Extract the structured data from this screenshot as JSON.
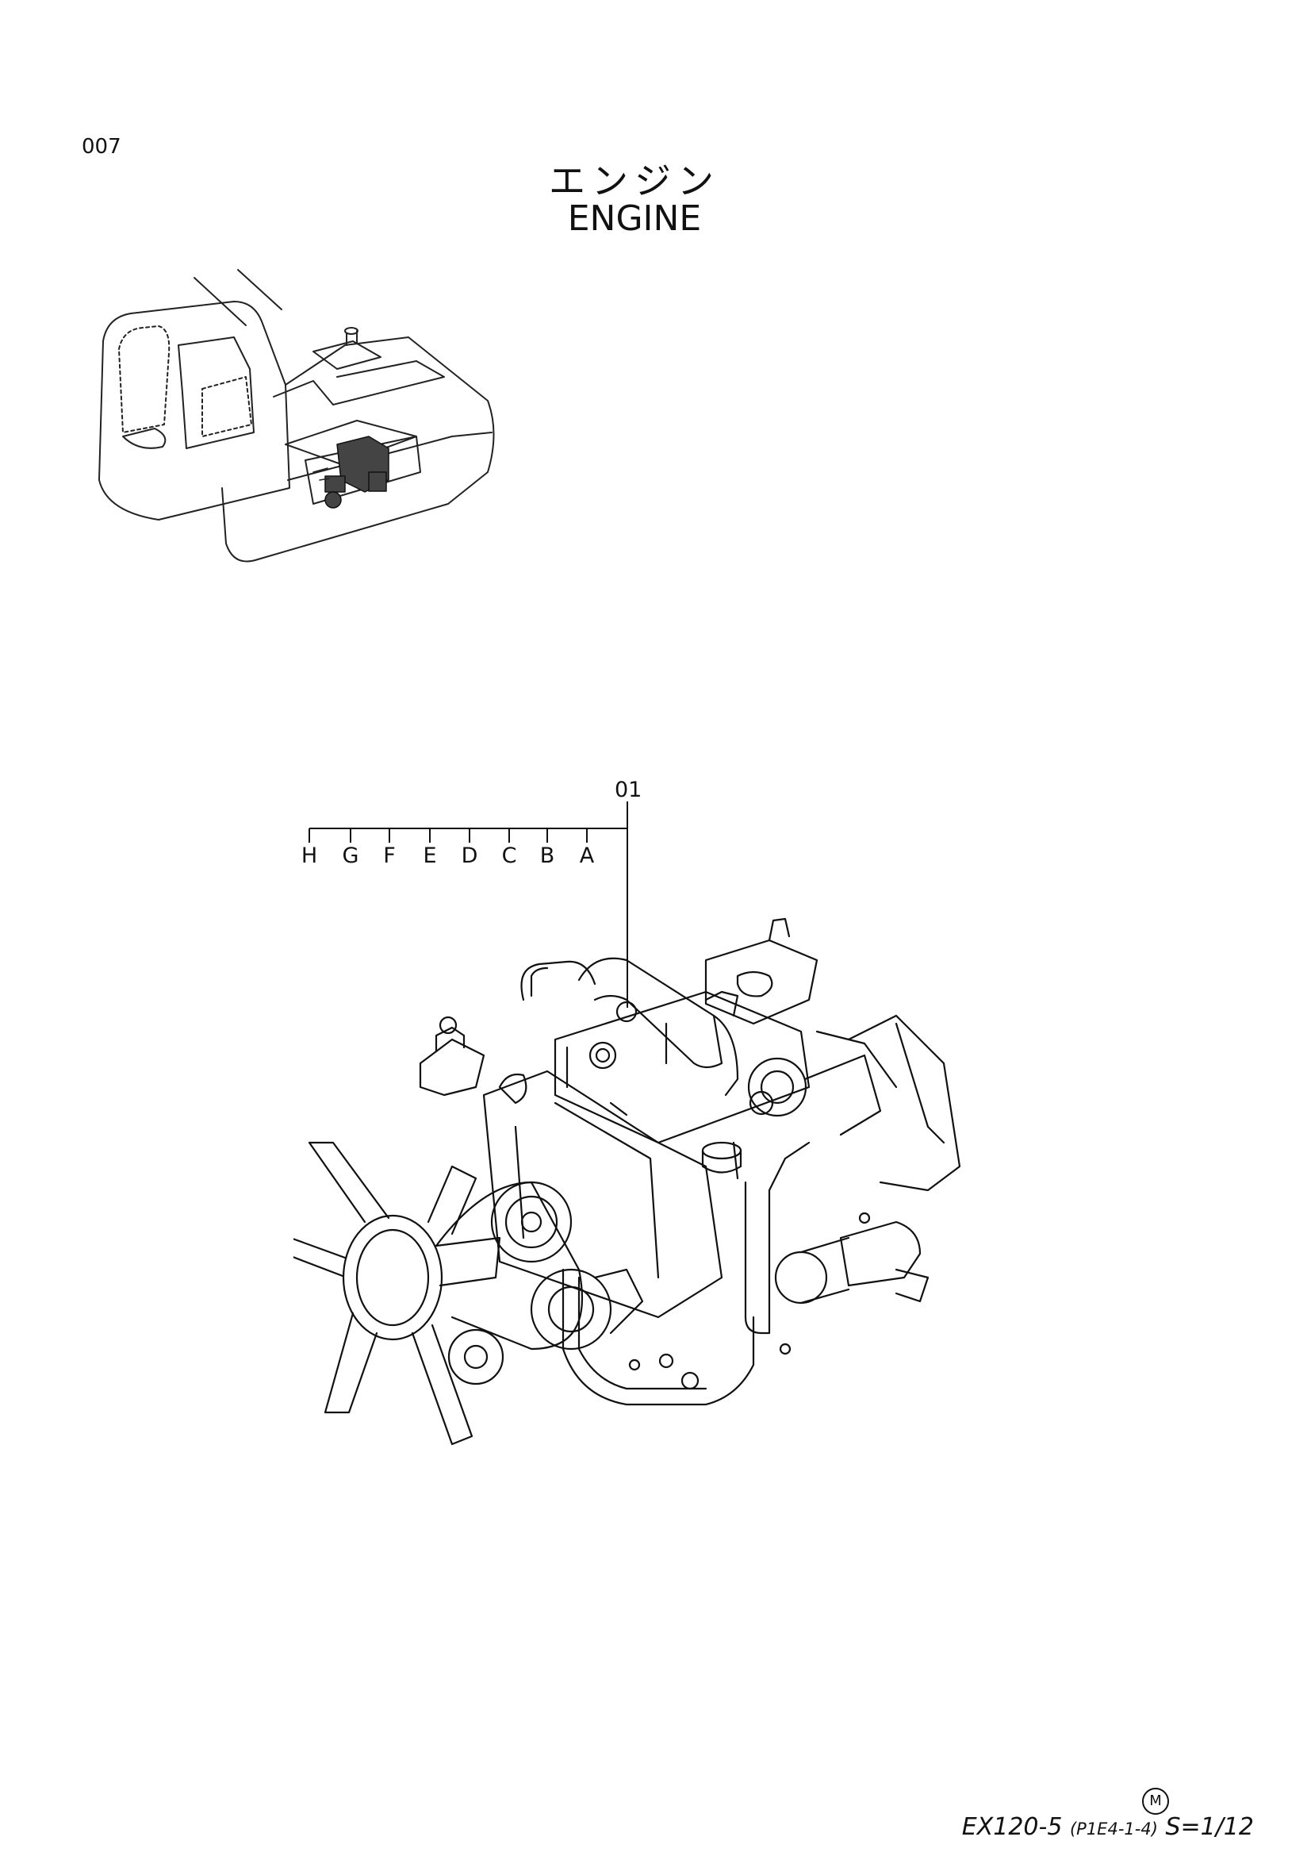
{
  "page": {
    "number": "007",
    "title_jp": "エンジン",
    "title_en": "ENGINE"
  },
  "callouts": {
    "main": "01",
    "variants": [
      "H",
      "G",
      "F",
      "E",
      "D",
      "C",
      "B",
      "A"
    ]
  },
  "footer": {
    "model": "EX120-5",
    "ref": "(P1E4-1-4)",
    "scale": "S=1/12",
    "mark": "M"
  },
  "illustrations": {
    "locator": "excavator-upper-structure-with-engine-location",
    "main": "engine-assembly-exploded-view"
  }
}
